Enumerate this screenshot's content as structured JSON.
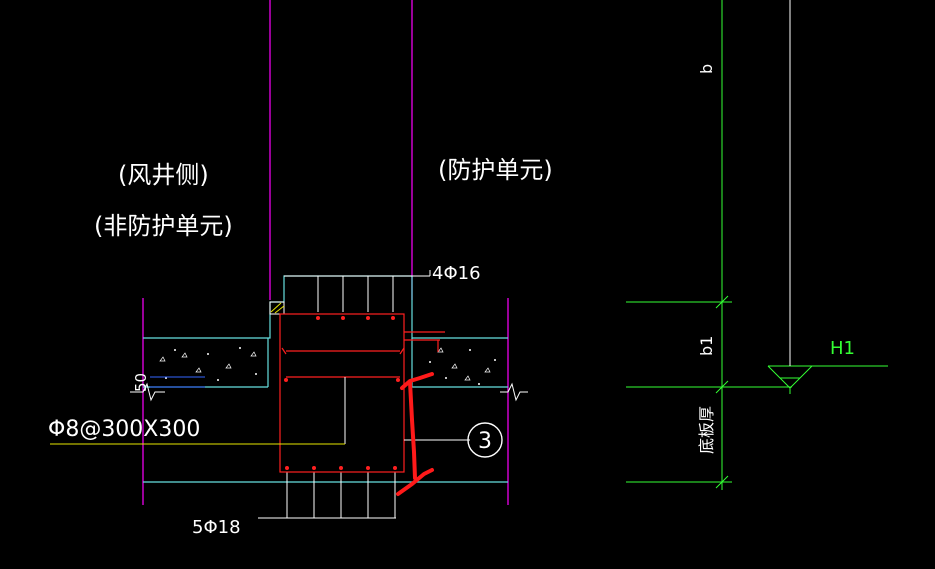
{
  "labels": {
    "wind_shaft_side": "(风井侧)",
    "non_protective_unit": "(非防护单元)",
    "protective_unit": "(防护单元)",
    "top_rebar": "4Φ16",
    "bottom_rebar": "5Φ18",
    "stirrups": "Φ8@300X300",
    "dim_50": "50",
    "callout_number": "3"
  },
  "right_dims": {
    "b": "b",
    "b1": "b1",
    "slab_thickness": "底板厚",
    "elevation": "H1"
  },
  "colors": {
    "background": "#000000",
    "magenta": "#ff00ff",
    "cyan": "#66e0e0",
    "white": "#ffffff",
    "red": "#ff2020",
    "green": "#33ff33",
    "yellow": "#e6e600",
    "blue": "#3366ff"
  }
}
